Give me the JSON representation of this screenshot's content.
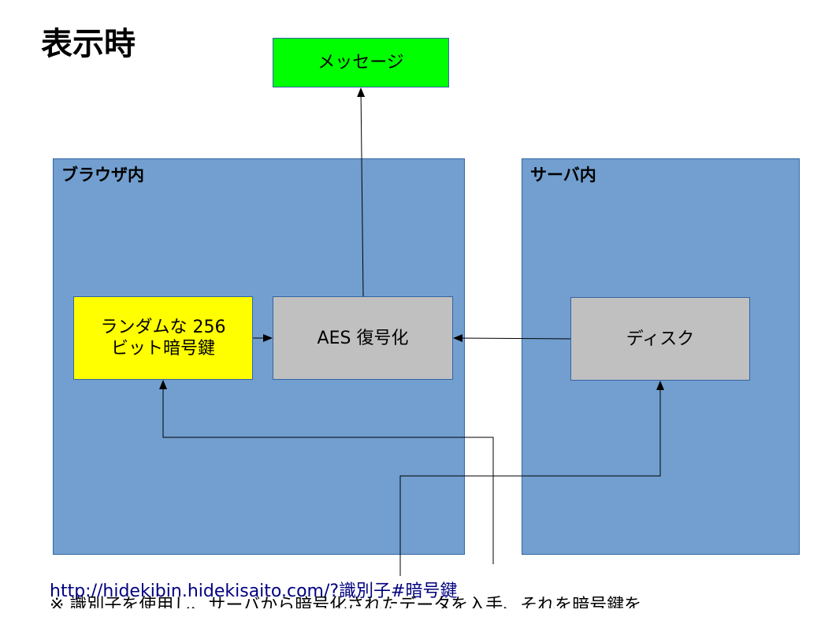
{
  "title": "表示時",
  "regions": {
    "browser": {
      "label": "ブラウザ内"
    },
    "server": {
      "label": "サーバ内"
    }
  },
  "nodes": {
    "message": {
      "label": "メッセージ",
      "color": "#00ff00"
    },
    "key": {
      "line1": "ランダムな 256",
      "line2": "ビット暗号鍵",
      "color": "#ffff00"
    },
    "aes": {
      "label": "AES 復号化",
      "color": "#c0c0c0"
    },
    "disk": {
      "label": "ディスク",
      "color": "#c0c0c0"
    }
  },
  "url": "http://hidekibin.hidekisaito.com/?識別子#暗号鍵",
  "note": "※ 識別子を使用し、サーバから暗号化されたデータを入手、それを暗号鍵を"
}
